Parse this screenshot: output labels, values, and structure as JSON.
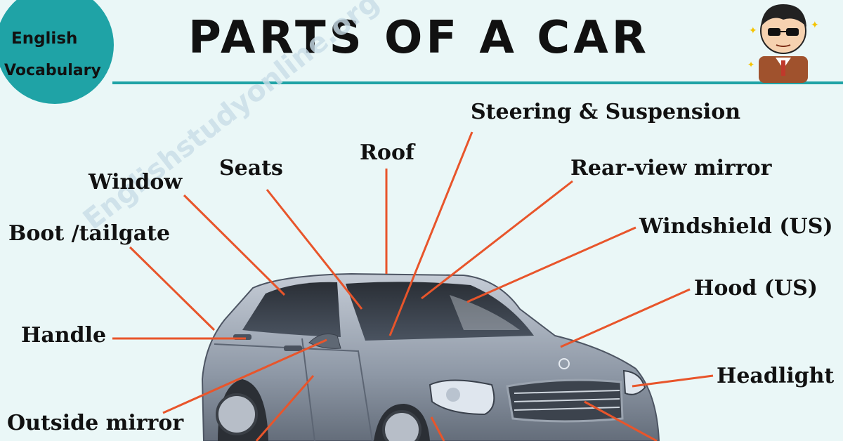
{
  "badge": {
    "line1": "English",
    "line2": "Vocabulary"
  },
  "title": "PARTS OF A CAR",
  "watermark": "Englishstudyonline.org",
  "labels": {
    "steering": "Steering & Suspension",
    "roof": "Roof",
    "seats": "Seats",
    "window": "Window",
    "rear_view_mirror": "Rear-view mirror",
    "boot": "Boot /tailgate",
    "windshield": "Windshield (US)",
    "hood": "Hood (US)",
    "handle": "Handle",
    "headlight": "Headlight",
    "outside_mirror": "Outside mirror"
  },
  "colors": {
    "teal": "#1fa3a6",
    "pointer": "#e8552b",
    "background": "#eaf7f7"
  }
}
